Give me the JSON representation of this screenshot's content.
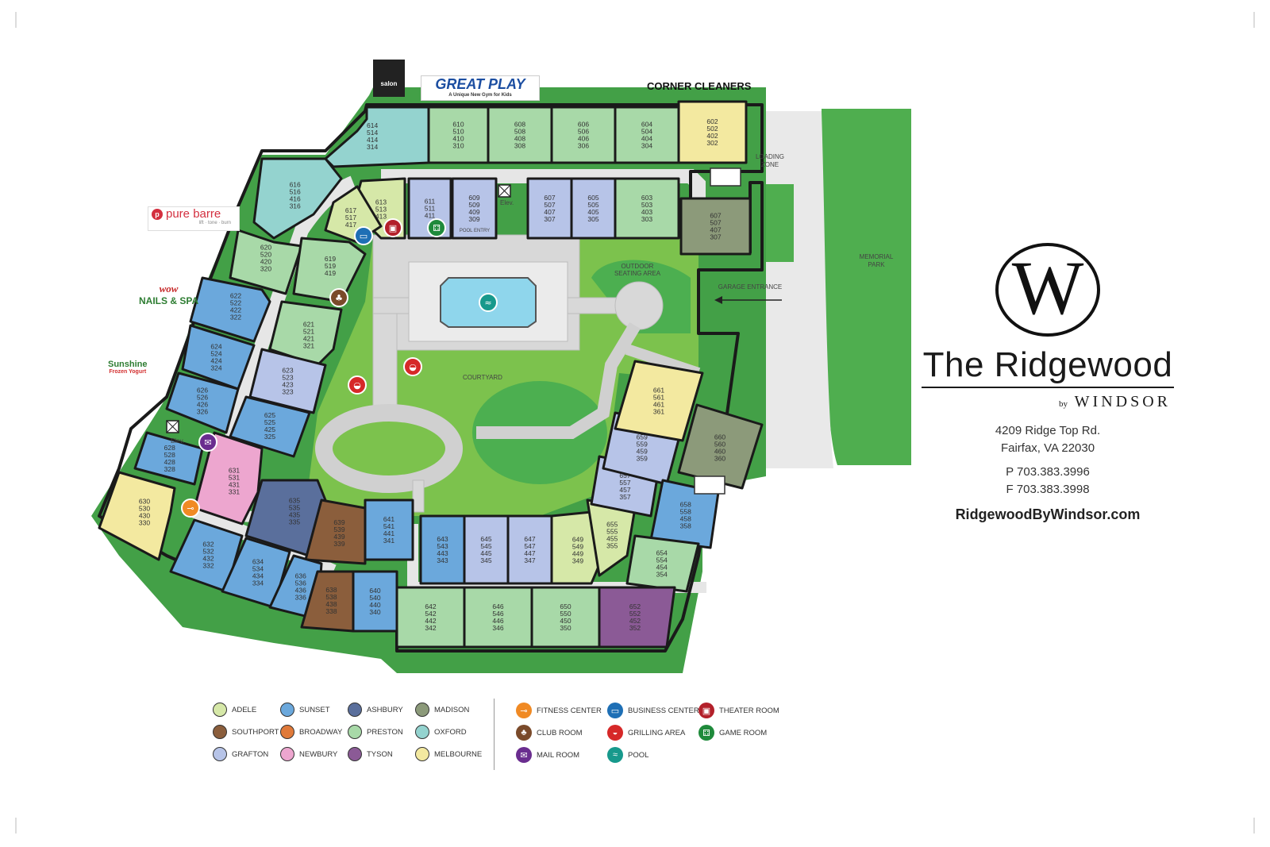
{
  "brand": {
    "logo_letter": "W",
    "title": "The Ridgewood",
    "by": "by",
    "company": "WINDSOR",
    "address_line1": "4209 Ridge Top Rd.",
    "address_line2": "Fairfax, VA 22030",
    "phone": "P 703.383.3996",
    "fax": "F 703.383.3998",
    "website": "RidgewoodByWindsor.com"
  },
  "stores": {
    "salon": "salon",
    "great_play": "GREAT PLAY",
    "great_play_tag": "A Unique New Gym for Kids",
    "corner_cleaners": "CORNER CLEANERS",
    "pure_barre": "pure barre",
    "pure_barre_tag": "lift · tone · burn",
    "wow": "wow",
    "nails_spa": "NAILS & SPA",
    "sunshine": "Sunshine",
    "frozen_yogurt": "Frozen Yogurt"
  },
  "map_labels": {
    "loading_zone_1": "LOADING",
    "loading_zone_2": "ZONE",
    "memorial_park_1": "MEMORIAL",
    "memorial_park_2": "PARK",
    "garage_entrance": "GARAGE ENTRANCE",
    "outdoor_seating_1": "OUTDOOR",
    "outdoor_seating_2": "SEATING AREA",
    "courtyard": "COURTYARD",
    "pool_entry": "POOL ENTRY",
    "elev": "Elev."
  },
  "colors": {
    "ADELE": "#d6e8a8",
    "SUNSET": "#6ba8dc",
    "ASHBURY": "#5a6f9c",
    "MADISON": "#8c9a7a",
    "SOUTHPORT": "#8b5e3c",
    "BROADWAY": "#e07a3a",
    "PRESTON": "#a8d9a8",
    "OXFORD": "#94d3cf",
    "GRAFTON": "#b7c4e8",
    "NEWBURY": "#eda6cf",
    "TYSON": "#8b5a96",
    "MELBOURNE": "#f3e9a0",
    "grass": "#4caf50",
    "grass_light": "#7cc24d",
    "paving": "#dcdcdc"
  },
  "units": [
    {
      "lines": [
        "614",
        "514",
        "414",
        "314"
      ],
      "plan": "OXFORD"
    },
    {
      "lines": [
        "610",
        "510",
        "410",
        "310"
      ],
      "plan": "PRESTON"
    },
    {
      "lines": [
        "608",
        "508",
        "408",
        "308"
      ],
      "plan": "PRESTON"
    },
    {
      "lines": [
        "606",
        "506",
        "406",
        "306"
      ],
      "plan": "PRESTON"
    },
    {
      "lines": [
        "604",
        "504",
        "404",
        "304"
      ],
      "plan": "PRESTON"
    },
    {
      "lines": [
        "602",
        "502",
        "402",
        "302"
      ],
      "plan": "MELBOURNE"
    },
    {
      "lines": [
        "616",
        "516",
        "416",
        "316"
      ],
      "plan": "OXFORD"
    },
    {
      "lines": [
        "613",
        "513",
        "413"
      ],
      "plan": "ADELE"
    },
    {
      "lines": [
        "611",
        "511",
        "411"
      ],
      "plan": "GRAFTON"
    },
    {
      "lines": [
        "609",
        "509",
        "409",
        "309"
      ],
      "plan": "GRAFTON"
    },
    {
      "lines": [
        "607",
        "507",
        "407",
        "307"
      ],
      "plan": "GRAFTON"
    },
    {
      "lines": [
        "605",
        "505",
        "405",
        "305"
      ],
      "plan": "GRAFTON"
    },
    {
      "lines": [
        "603",
        "503",
        "403",
        "303"
      ],
      "plan": "PRESTON"
    },
    {
      "lines": [
        "607",
        "507",
        "407",
        "307"
      ],
      "plan": "MADISON"
    },
    {
      "lines": [
        "617",
        "517",
        "417"
      ],
      "plan": "ADELE"
    },
    {
      "lines": [
        "620",
        "520",
        "420",
        "320"
      ],
      "plan": "PRESTON"
    },
    {
      "lines": [
        "619",
        "519",
        "419"
      ],
      "plan": "PRESTON"
    },
    {
      "lines": [
        "622",
        "522",
        "422",
        "322"
      ],
      "plan": "SUNSET"
    },
    {
      "lines": [
        "621",
        "521",
        "421",
        "321"
      ],
      "plan": "PRESTON"
    },
    {
      "lines": [
        "624",
        "524",
        "424",
        "324"
      ],
      "plan": "SUNSET"
    },
    {
      "lines": [
        "623",
        "523",
        "423",
        "323"
      ],
      "plan": "GRAFTON"
    },
    {
      "lines": [
        "626",
        "526",
        "426",
        "326"
      ],
      "plan": "SUNSET"
    },
    {
      "lines": [
        "625",
        "525",
        "425",
        "325"
      ],
      "plan": "SUNSET"
    },
    {
      "lines": [
        "628",
        "528",
        "428",
        "328"
      ],
      "plan": "SUNSET"
    },
    {
      "lines": [
        "630",
        "530",
        "430",
        "330"
      ],
      "plan": "MELBOURNE"
    },
    {
      "lines": [
        "631",
        "531",
        "431",
        "331"
      ],
      "plan": "NEWBURY"
    },
    {
      "lines": [
        "635",
        "535",
        "435",
        "335"
      ],
      "plan": "ASHBURY"
    },
    {
      "lines": [
        "639",
        "539",
        "439",
        "339"
      ],
      "plan": "SOUTHPORT"
    },
    {
      "lines": [
        "641",
        "541",
        "441",
        "341"
      ],
      "plan": "SUNSET"
    },
    {
      "lines": [
        "632",
        "532",
        "432",
        "332"
      ],
      "plan": "SUNSET"
    },
    {
      "lines": [
        "634",
        "534",
        "434",
        "334"
      ],
      "plan": "SUNSET"
    },
    {
      "lines": [
        "636",
        "536",
        "436",
        "336"
      ],
      "plan": "SUNSET"
    },
    {
      "lines": [
        "638",
        "538",
        "438",
        "338"
      ],
      "plan": "SOUTHPORT"
    },
    {
      "lines": [
        "640",
        "540",
        "440",
        "340"
      ],
      "plan": "SUNSET"
    },
    {
      "lines": [
        "643",
        "543",
        "443",
        "343"
      ],
      "plan": "SUNSET"
    },
    {
      "lines": [
        "645",
        "545",
        "445",
        "345"
      ],
      "plan": "GRAFTON"
    },
    {
      "lines": [
        "647",
        "547",
        "447",
        "347"
      ],
      "plan": "GRAFTON"
    },
    {
      "lines": [
        "649",
        "549",
        "449",
        "349"
      ],
      "plan": "ADELE"
    },
    {
      "lines": [
        "655",
        "555",
        "455",
        "355"
      ],
      "plan": "ADELE"
    },
    {
      "lines": [
        "657",
        "557",
        "457",
        "357"
      ],
      "plan": "GRAFTON"
    },
    {
      "lines": [
        "659",
        "559",
        "459",
        "359"
      ],
      "plan": "GRAFTON"
    },
    {
      "lines": [
        "661",
        "561",
        "461",
        "361"
      ],
      "plan": "MELBOURNE"
    },
    {
      "lines": [
        "660",
        "560",
        "460",
        "360"
      ],
      "plan": "MADISON"
    },
    {
      "lines": [
        "658",
        "558",
        "458",
        "358"
      ],
      "plan": "SUNSET"
    },
    {
      "lines": [
        "654",
        "554",
        "454",
        "354"
      ],
      "plan": "PRESTON"
    },
    {
      "lines": [
        "642",
        "542",
        "442",
        "342"
      ],
      "plan": "PRESTON"
    },
    {
      "lines": [
        "646",
        "546",
        "446",
        "346"
      ],
      "plan": "PRESTON"
    },
    {
      "lines": [
        "650",
        "550",
        "450",
        "350"
      ],
      "plan": "PRESTON"
    },
    {
      "lines": [
        "652",
        "552",
        "452",
        "352"
      ],
      "plan": "TYSON"
    }
  ],
  "legend_plans": [
    {
      "label": "ADELE",
      "color": "#d6e8a8"
    },
    {
      "label": "SUNSET",
      "color": "#6ba8dc"
    },
    {
      "label": "ASHBURY",
      "color": "#5a6f9c"
    },
    {
      "label": "MADISON",
      "color": "#8c9a7a"
    },
    {
      "label": "SOUTHPORT",
      "color": "#8b5e3c"
    },
    {
      "label": "BROADWAY",
      "color": "#e07a3a"
    },
    {
      "label": "PRESTON",
      "color": "#a8d9a8"
    },
    {
      "label": "OXFORD",
      "color": "#94d3cf"
    },
    {
      "label": "GRAFTON",
      "color": "#b7c4e8"
    },
    {
      "label": "NEWBURY",
      "color": "#eda6cf"
    },
    {
      "label": "TYSON",
      "color": "#8b5a96"
    },
    {
      "label": "MELBOURNE",
      "color": "#f3e9a0"
    }
  ],
  "legend_amenities": [
    {
      "label": "FITNESS CENTER",
      "color": "#f08a24",
      "icon": "dumbbell-icon",
      "glyph": "⊸"
    },
    {
      "label": "BUSINESS CENTER",
      "color": "#1e6fb5",
      "icon": "laptop-icon",
      "glyph": "▭"
    },
    {
      "label": "THEATER ROOM",
      "color": "#b3202a",
      "icon": "screen-icon",
      "glyph": "▣"
    },
    {
      "label": "CLUB ROOM",
      "color": "#7a4a2a",
      "icon": "club-icon",
      "glyph": "♣"
    },
    {
      "label": "GRILLING AREA",
      "color": "#d62828",
      "icon": "grill-icon",
      "glyph": "◒"
    },
    {
      "label": "GAME ROOM",
      "color": "#1f8a3b",
      "icon": "dice-icon",
      "glyph": "⚃"
    },
    {
      "label": "MAIL ROOM",
      "color": "#6a2d8f",
      "icon": "mail-icon",
      "glyph": "✉"
    },
    {
      "label": "POOL",
      "color": "#17998c",
      "icon": "pool-icon",
      "glyph": "≈"
    }
  ]
}
